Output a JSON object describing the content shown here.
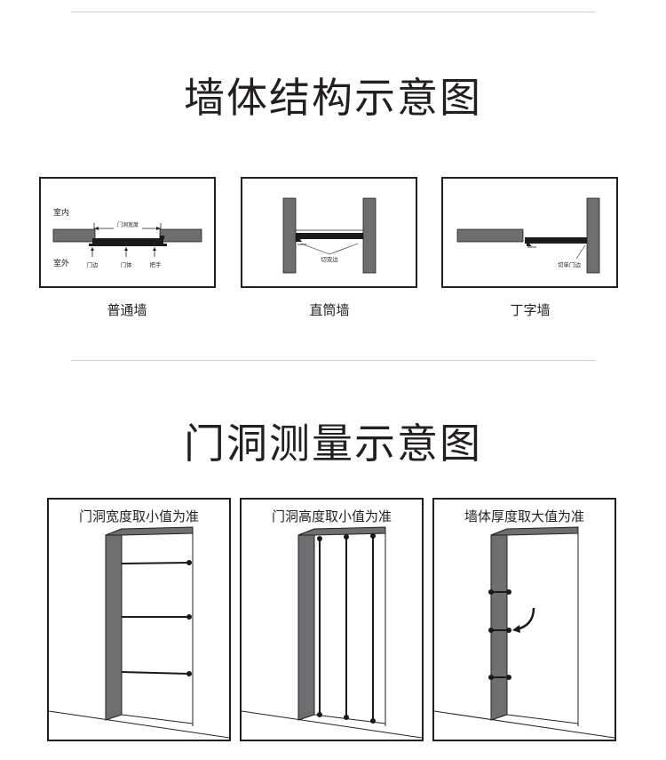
{
  "section_wall": {
    "title": "墙体结构示意图",
    "diagrams": [
      {
        "caption": "普通墙",
        "labels": {
          "indoor": "室内",
          "outdoor": "室外",
          "opening_width": "门洞宽度",
          "door_edge": "门边",
          "door_body": "门体",
          "handle": "把手"
        }
      },
      {
        "caption": "直筒墙",
        "labels": {
          "cut_both": "切双边"
        }
      },
      {
        "caption": "丁字墙",
        "labels": {
          "cut_single": "切单门边"
        }
      }
    ]
  },
  "section_measure": {
    "title": "门洞测量示意图",
    "diagrams": [
      {
        "title": "门洞宽度取小值为准"
      },
      {
        "title": "门洞高度取小值为准"
      },
      {
        "title": "墙体厚度取大值为准"
      }
    ]
  },
  "colors": {
    "ink": "#231f20",
    "wall_gray": "#6d6e70",
    "door_black": "#1a1a1a",
    "rule": "#cfcfcf"
  }
}
